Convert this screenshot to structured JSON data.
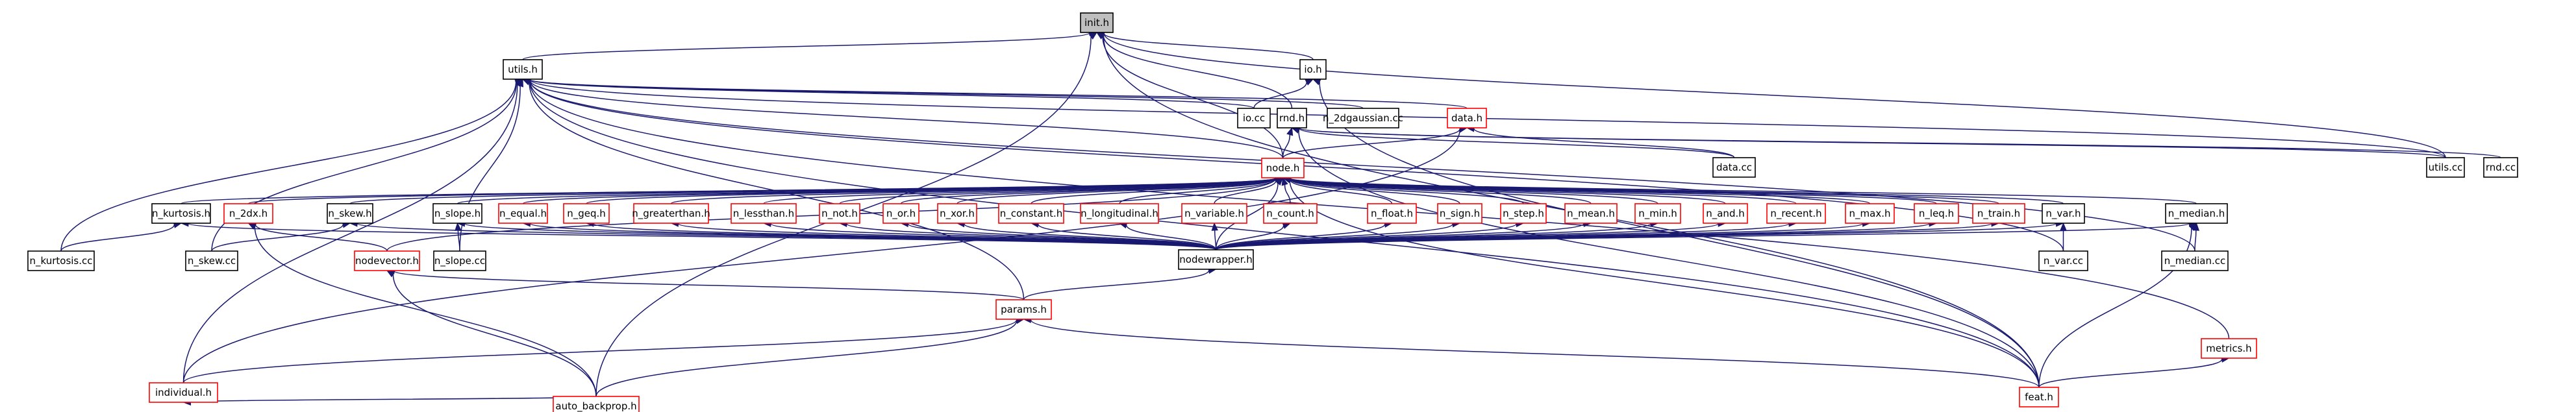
{
  "graph": {
    "nodes": [
      {
        "id": "init_h",
        "label": "init.h",
        "style": "root"
      },
      {
        "id": "utils_h",
        "label": "utils.h",
        "style": "black"
      },
      {
        "id": "io_h",
        "label": "io.h",
        "style": "black"
      },
      {
        "id": "rnd_h",
        "label": "rnd.h",
        "style": "black"
      },
      {
        "id": "data_h",
        "label": "data.h",
        "style": "red"
      },
      {
        "id": "io_cc",
        "label": "io.cc",
        "style": "black"
      },
      {
        "id": "n_2dgaussian_cc",
        "label": "n_2dgaussian.cc",
        "style": "black"
      },
      {
        "id": "node_h",
        "label": "node.h",
        "style": "red"
      },
      {
        "id": "data_cc",
        "label": "data.cc",
        "style": "black"
      },
      {
        "id": "utils_cc",
        "label": "utils.cc",
        "style": "black"
      },
      {
        "id": "rnd_cc",
        "label": "rnd.cc",
        "style": "black"
      },
      {
        "id": "n_kurtosis_h",
        "label": "n_kurtosis.h",
        "style": "black"
      },
      {
        "id": "n_2dx_h",
        "label": "n_2dx.h",
        "style": "red"
      },
      {
        "id": "n_skew_h",
        "label": "n_skew.h",
        "style": "black"
      },
      {
        "id": "n_slope_h",
        "label": "n_slope.h",
        "style": "black"
      },
      {
        "id": "n_equal_h",
        "label": "n_equal.h",
        "style": "red"
      },
      {
        "id": "n_geq_h",
        "label": "n_geq.h",
        "style": "red"
      },
      {
        "id": "n_greaterthan_h",
        "label": "n_greaterthan.h",
        "style": "red"
      },
      {
        "id": "n_lessthan_h",
        "label": "n_lessthan.h",
        "style": "red"
      },
      {
        "id": "n_not_h",
        "label": "n_not.h",
        "style": "red"
      },
      {
        "id": "n_or_h",
        "label": "n_or.h",
        "style": "red"
      },
      {
        "id": "n_xor_h",
        "label": "n_xor.h",
        "style": "red"
      },
      {
        "id": "n_constant_h",
        "label": "n_constant.h",
        "style": "red"
      },
      {
        "id": "n_longitudinal_h",
        "label": "n_longitudinal.h",
        "style": "red"
      },
      {
        "id": "n_variable_h",
        "label": "n_variable.h",
        "style": "red"
      },
      {
        "id": "n_count_h",
        "label": "n_count.h",
        "style": "red"
      },
      {
        "id": "n_float_h",
        "label": "n_float.h",
        "style": "red"
      },
      {
        "id": "n_sign_h",
        "label": "n_sign.h",
        "style": "red"
      },
      {
        "id": "n_step_h",
        "label": "n_step.h",
        "style": "red"
      },
      {
        "id": "n_mean_h",
        "label": "n_mean.h",
        "style": "red"
      },
      {
        "id": "n_min_h",
        "label": "n_min.h",
        "style": "red"
      },
      {
        "id": "n_and_h",
        "label": "n_and.h",
        "style": "red"
      },
      {
        "id": "n_recent_h",
        "label": "n_recent.h",
        "style": "red"
      },
      {
        "id": "n_max_h",
        "label": "n_max.h",
        "style": "red"
      },
      {
        "id": "n_leq_h",
        "label": "n_leq.h",
        "style": "red"
      },
      {
        "id": "n_train_h",
        "label": "n_train.h",
        "style": "red"
      },
      {
        "id": "n_var_h",
        "label": "n_var.h",
        "style": "black"
      },
      {
        "id": "n_median_h",
        "label": "n_median.h",
        "style": "black"
      },
      {
        "id": "n_kurtosis_cc",
        "label": "n_kurtosis.cc",
        "style": "black"
      },
      {
        "id": "n_skew_cc",
        "label": "n_skew.cc",
        "style": "black"
      },
      {
        "id": "nodevector_h",
        "label": "nodevector.h",
        "style": "red"
      },
      {
        "id": "n_slope_cc",
        "label": "n_slope.cc",
        "style": "black"
      },
      {
        "id": "nodewrapper_h",
        "label": "nodewrapper.h",
        "style": "black"
      },
      {
        "id": "n_var_cc",
        "label": "n_var.cc",
        "style": "black"
      },
      {
        "id": "n_median_cc",
        "label": "n_median.cc",
        "style": "black"
      },
      {
        "id": "params_h",
        "label": "params.h",
        "style": "red"
      },
      {
        "id": "metrics_h",
        "label": "metrics.h",
        "style": "red"
      },
      {
        "id": "individual_h",
        "label": "individual.h",
        "style": "red"
      },
      {
        "id": "feat_h",
        "label": "feat.h",
        "style": "red"
      },
      {
        "id": "auto_backprop_h",
        "label": "auto_backprop.h",
        "style": "red"
      }
    ],
    "edges": [
      [
        "utils_h",
        "init_h"
      ],
      [
        "io_h",
        "init_h"
      ],
      [
        "rnd_h",
        "init_h"
      ],
      [
        "node_h",
        "init_h"
      ],
      [
        "feat_h",
        "init_h"
      ],
      [
        "auto_backprop_h",
        "init_h"
      ],
      [
        "utils_cc",
        "init_h"
      ],
      [
        "data_h",
        "utils_h"
      ],
      [
        "io_cc",
        "utils_h"
      ],
      [
        "n_2dgaussian_cc",
        "utils_h"
      ],
      [
        "node_h",
        "utils_h"
      ],
      [
        "utils_cc",
        "utils_h"
      ],
      [
        "n_kurtosis_cc",
        "utils_h"
      ],
      [
        "n_skew_cc",
        "utils_h"
      ],
      [
        "n_var_cc",
        "utils_h"
      ],
      [
        "n_median_cc",
        "utils_h"
      ],
      [
        "params_h",
        "utils_h"
      ],
      [
        "metrics_h",
        "utils_h"
      ],
      [
        "feat_h",
        "utils_h"
      ],
      [
        "individual_h",
        "utils_h"
      ],
      [
        "n_slope_cc",
        "utils_h"
      ],
      [
        "io_cc",
        "io_h"
      ],
      [
        "feat_h",
        "io_h"
      ],
      [
        "node_h",
        "rnd_h"
      ],
      [
        "data_cc",
        "rnd_h"
      ],
      [
        "utils_cc",
        "rnd_h"
      ],
      [
        "rnd_cc",
        "rnd_h"
      ],
      [
        "feat_h",
        "rnd_h"
      ],
      [
        "node_h",
        "data_h"
      ],
      [
        "data_cc",
        "data_h"
      ],
      [
        "individual_h",
        "data_h"
      ],
      [
        "n_kurtosis_h",
        "node_h"
      ],
      [
        "n_2dx_h",
        "node_h"
      ],
      [
        "n_skew_h",
        "node_h"
      ],
      [
        "n_slope_h",
        "node_h"
      ],
      [
        "n_equal_h",
        "node_h"
      ],
      [
        "n_geq_h",
        "node_h"
      ],
      [
        "n_greaterthan_h",
        "node_h"
      ],
      [
        "n_lessthan_h",
        "node_h"
      ],
      [
        "n_not_h",
        "node_h"
      ],
      [
        "n_or_h",
        "node_h"
      ],
      [
        "n_xor_h",
        "node_h"
      ],
      [
        "n_constant_h",
        "node_h"
      ],
      [
        "n_longitudinal_h",
        "node_h"
      ],
      [
        "n_variable_h",
        "node_h"
      ],
      [
        "n_count_h",
        "node_h"
      ],
      [
        "n_float_h",
        "node_h"
      ],
      [
        "n_sign_h",
        "node_h"
      ],
      [
        "n_step_h",
        "node_h"
      ],
      [
        "n_mean_h",
        "node_h"
      ],
      [
        "n_min_h",
        "node_h"
      ],
      [
        "n_and_h",
        "node_h"
      ],
      [
        "n_recent_h",
        "node_h"
      ],
      [
        "n_max_h",
        "node_h"
      ],
      [
        "n_leq_h",
        "node_h"
      ],
      [
        "n_train_h",
        "node_h"
      ],
      [
        "n_var_h",
        "node_h"
      ],
      [
        "n_median_h",
        "node_h"
      ],
      [
        "nodevector_h",
        "node_h"
      ],
      [
        "nodewrapper_h",
        "node_h"
      ],
      [
        "feat_h",
        "node_h"
      ],
      [
        "n_kurtosis_cc",
        "n_kurtosis_h"
      ],
      [
        "nodewrapper_h",
        "n_kurtosis_h"
      ],
      [
        "nodevector_h",
        "n_2dx_h"
      ],
      [
        "auto_backprop_h",
        "n_2dx_h"
      ],
      [
        "n_skew_cc",
        "n_skew_h"
      ],
      [
        "nodewrapper_h",
        "n_skew_h"
      ],
      [
        "n_slope_cc",
        "n_slope_h"
      ],
      [
        "nodewrapper_h",
        "n_slope_h"
      ],
      [
        "nodewrapper_h",
        "n_equal_h"
      ],
      [
        "nodewrapper_h",
        "n_geq_h"
      ],
      [
        "nodewrapper_h",
        "n_greaterthan_h"
      ],
      [
        "nodewrapper_h",
        "n_lessthan_h"
      ],
      [
        "nodewrapper_h",
        "n_not_h"
      ],
      [
        "nodewrapper_h",
        "n_or_h"
      ],
      [
        "nodewrapper_h",
        "n_xor_h"
      ],
      [
        "nodewrapper_h",
        "n_constant_h"
      ],
      [
        "nodewrapper_h",
        "n_longitudinal_h"
      ],
      [
        "nodewrapper_h",
        "n_variable_h"
      ],
      [
        "nodewrapper_h",
        "n_count_h"
      ],
      [
        "nodewrapper_h",
        "n_float_h"
      ],
      [
        "nodewrapper_h",
        "n_sign_h"
      ],
      [
        "nodewrapper_h",
        "n_step_h"
      ],
      [
        "nodewrapper_h",
        "n_mean_h"
      ],
      [
        "nodewrapper_h",
        "n_min_h"
      ],
      [
        "nodewrapper_h",
        "n_and_h"
      ],
      [
        "nodewrapper_h",
        "n_recent_h"
      ],
      [
        "nodewrapper_h",
        "n_max_h"
      ],
      [
        "nodewrapper_h",
        "n_leq_h"
      ],
      [
        "nodewrapper_h",
        "n_train_h"
      ],
      [
        "nodewrapper_h",
        "n_var_h"
      ],
      [
        "nodewrapper_h",
        "n_median_h"
      ],
      [
        "n_var_cc",
        "n_var_h"
      ],
      [
        "n_median_cc",
        "n_median_h"
      ],
      [
        "feat_h",
        "n_median_h"
      ],
      [
        "params_h",
        "nodewrapper_h"
      ],
      [
        "params_h",
        "nodevector_h"
      ],
      [
        "auto_backprop_h",
        "nodevector_h"
      ],
      [
        "individual_h",
        "params_h"
      ],
      [
        "feat_h",
        "params_h"
      ],
      [
        "auto_backprop_h",
        "params_h"
      ],
      [
        "feat_h",
        "metrics_h"
      ],
      [
        "auto_backprop_h",
        "individual_h"
      ]
    ]
  }
}
